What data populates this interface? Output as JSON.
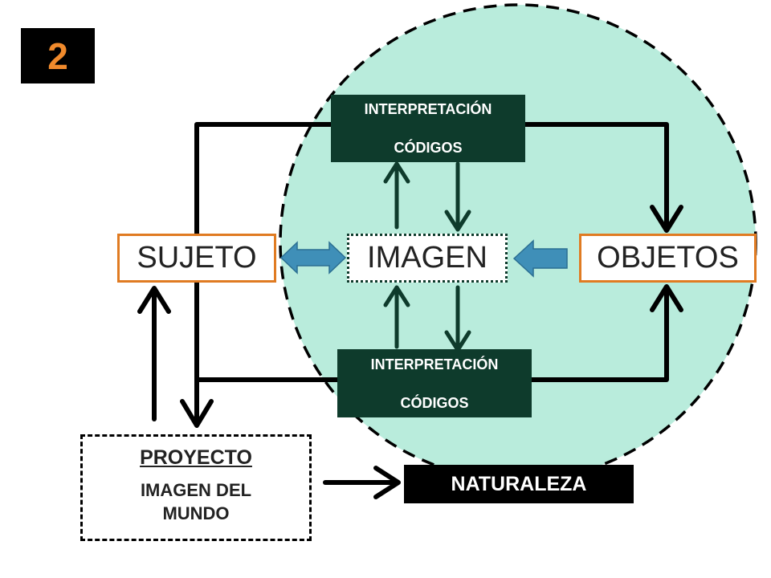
{
  "badge": {
    "number": "2"
  },
  "codes_top": {
    "line1": "INTERPRETACIÓN",
    "line2": "CÓDIGOS"
  },
  "codes_bottom": {
    "line1": "INTERPRETACIÓN",
    "line2": "CÓDIGOS"
  },
  "nodes": {
    "sujeto": "SUJETO",
    "imagen": "IMAGEN",
    "objetos": "OBJETOS"
  },
  "proyecto": {
    "title": "PROYECTO",
    "subtitle": "IMAGEN DEL MUNDO"
  },
  "naturaleza": "NATURALEZA",
  "colors": {
    "circle_fill": "#b9ecdc",
    "dark_green": "#0e3b2c",
    "orange_border": "#e07b22",
    "badge_text": "#f08a2c",
    "blue_arrow": "#3f8fb8"
  }
}
